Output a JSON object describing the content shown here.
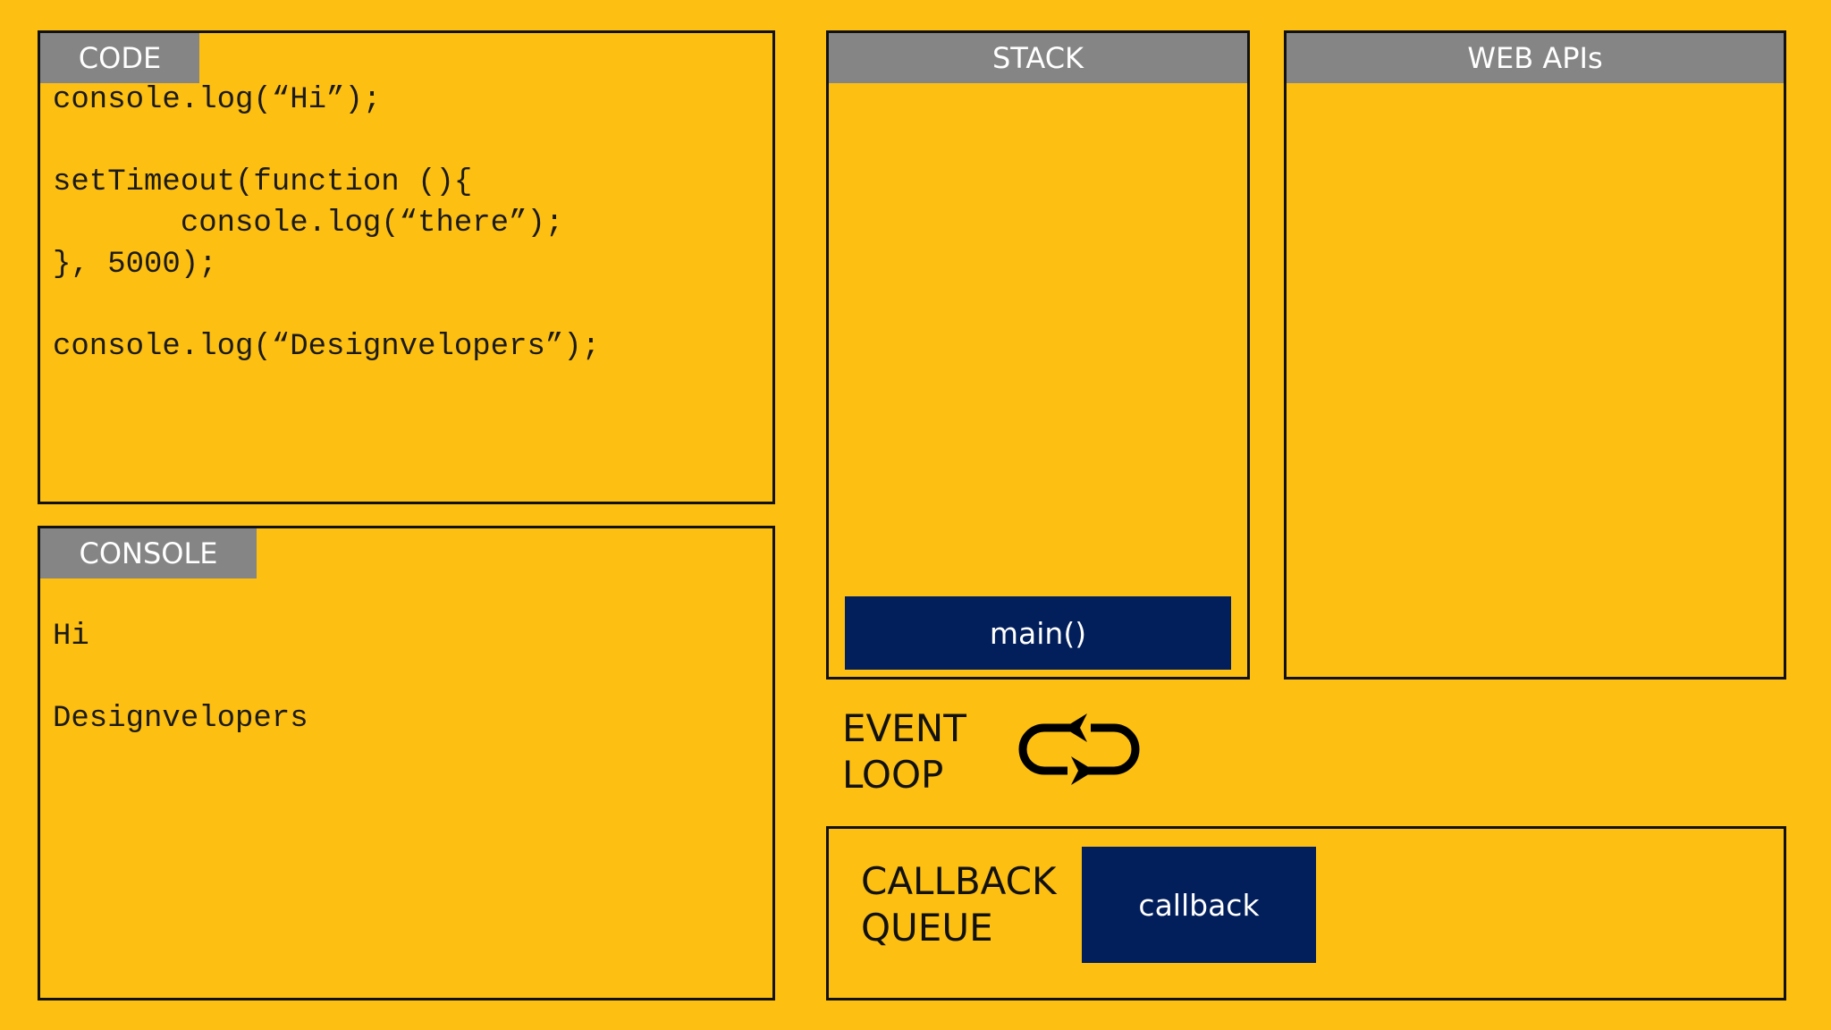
{
  "code": {
    "title": "CODE",
    "lines": [
      "console.log(“Hi”);",
      "",
      "setTimeout(function (){",
      "       console.log(“there”);",
      "}, 5000);",
      "",
      "console.log(“Designvelopers”);"
    ]
  },
  "console": {
    "title": "CONSOLE",
    "lines": [
      "Hi",
      "",
      "Designvelopers"
    ]
  },
  "stack": {
    "title": "STACK",
    "frames": [
      "main()"
    ]
  },
  "web_apis": {
    "title": "WEB APIs"
  },
  "event_loop": {
    "lines": [
      "EVENT",
      "LOOP"
    ],
    "icon": "loop-arrows-icon"
  },
  "callback_queue": {
    "lines": [
      "CALLBACK",
      "QUEUE"
    ],
    "items": [
      "callback"
    ]
  },
  "colors": {
    "background": "#FDBF12",
    "tab": "#858585",
    "block": "#021F5B",
    "border": "#111111"
  }
}
